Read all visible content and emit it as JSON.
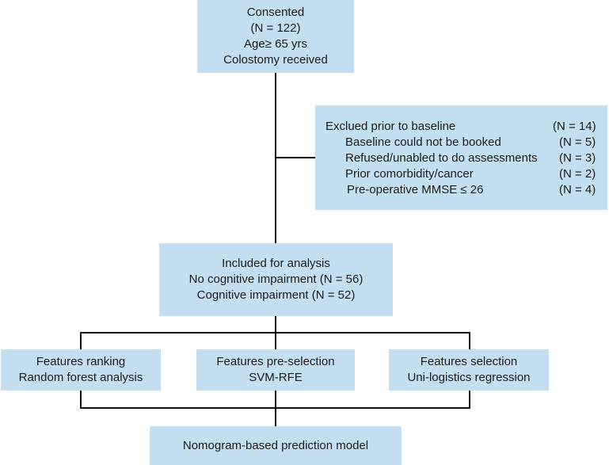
{
  "consented": {
    "lines": [
      "Consented",
      "(N = 122)",
      "Age≥ 65 yrs",
      "Colostomy received"
    ]
  },
  "excluded": {
    "title": "Exclued prior to baseline",
    "title_n": "(N = 14)",
    "items": [
      {
        "label": "Baseline could not be booked",
        "n": "(N = 5)"
      },
      {
        "label": "Refused/unabled to do assessments",
        "n": "(N = 3)"
      },
      {
        "label": "Prior comorbidity/cancer",
        "n": "(N = 2)"
      },
      {
        "label": "Pre-operative MMSE ≤ 26",
        "n": "(N = 4)"
      }
    ]
  },
  "included": {
    "lines": [
      "Included for analysis",
      "No cognitive impairment (N = 56)",
      "Cognitive impairment (N = 52)"
    ]
  },
  "features": [
    {
      "lines": [
        "Features ranking",
        "Random forest analysis"
      ]
    },
    {
      "lines": [
        "Features pre-selection",
        "SVM-RFE"
      ]
    },
    {
      "lines": [
        "Features selection",
        "Uni-logistics regression"
      ]
    }
  ],
  "nomogram": {
    "label": "Nomogram-based prediction model"
  },
  "colors": {
    "box_fill": "#c3def0",
    "line": "#111111"
  }
}
